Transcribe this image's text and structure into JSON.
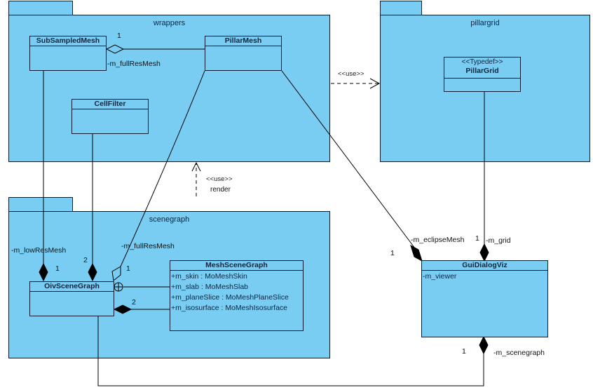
{
  "packages": {
    "wrappers": {
      "name": "wrappers"
    },
    "pillargrid": {
      "name": "pillargrid"
    },
    "scenegraph": {
      "name": "scenegraph"
    }
  },
  "classes": {
    "subsampledmesh": {
      "name": "SubSampledMesh",
      "attributes": []
    },
    "pillarmesh": {
      "name": "PillarMesh",
      "attributes": []
    },
    "cellfilter": {
      "name": "CellFilter",
      "attributes": []
    },
    "pillargrid": {
      "stereotype": "<<Typedef>>",
      "name": "PillarGrid",
      "attributes": []
    },
    "oivscenegraph": {
      "name": "OivSceneGraph",
      "attributes": []
    },
    "meshscenegraph": {
      "name": "MeshSceneGraph",
      "attributes": [
        "+m_skin : MoMeshSkin",
        "+m_slab : MoMeshSlab",
        "+m_planeSlice : MoMeshPlaneSlice",
        "+m_isosurface : MoMeshIsosurface"
      ]
    },
    "guidialogviz": {
      "name": "GuiDialogViz",
      "attributes": [
        "-m_viewer"
      ]
    }
  },
  "relations": {
    "subsampled_fullres": {
      "role": "-m_fullResMesh",
      "multiplicity": "1"
    },
    "oiv_lowres": {
      "role": "-m_lowResMesh",
      "multiplicity": "1"
    },
    "oiv_cellfilter": {
      "multiplicity": "2"
    },
    "oiv_fullres": {
      "role": "-m_fullResMesh",
      "multiplicity": "1"
    },
    "oiv_meshscene": {
      "multiplicity": "2"
    },
    "gui_eclipse": {
      "role": "-m_eclipseMesh",
      "multiplicity": "1"
    },
    "gui_grid": {
      "role": "-m_grid",
      "multiplicity": "1"
    },
    "gui_scenegraph": {
      "role": "-m_scenegraph",
      "multiplicity": "1"
    },
    "use_pillargrid": {
      "stereotype": "<<use>>"
    },
    "use_render": {
      "stereotype": "<<use>>",
      "name": "render"
    }
  },
  "colors": {
    "fill": "#7ACDF2",
    "stroke": "#0a1a33"
  }
}
